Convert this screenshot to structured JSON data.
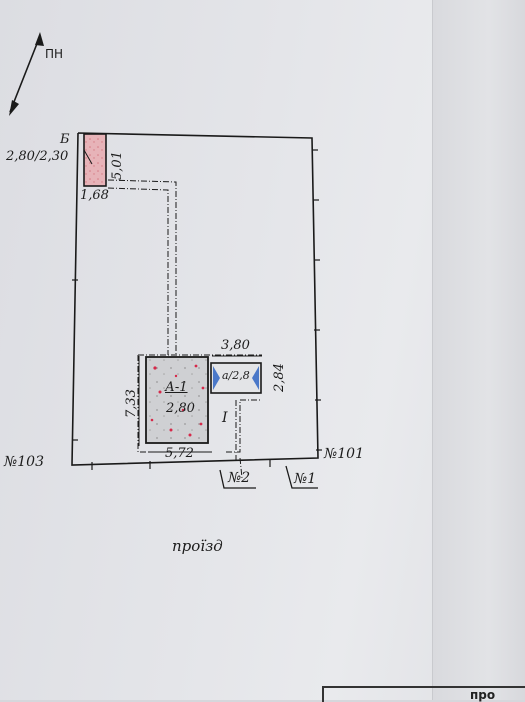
{
  "north_label": "ПН",
  "parcel": {
    "building_a": {
      "name": "А-1",
      "value": "2,80"
    },
    "building_b": {
      "name": "Б",
      "ratio": "2,80/2,30"
    },
    "annex": {
      "label": "а/2,8"
    },
    "yard": "І"
  },
  "dimensions": {
    "b_long": "5,01",
    "b_short": "1,68",
    "annex_width": "3,80",
    "annex_height": "2,84",
    "a_height": "7,33",
    "a_width": "5,72"
  },
  "neighbors": {
    "left": "№103",
    "right": "№101",
    "gate2": "№2",
    "gate1": "№1"
  },
  "street": "проїзд",
  "stamp": "про"
}
